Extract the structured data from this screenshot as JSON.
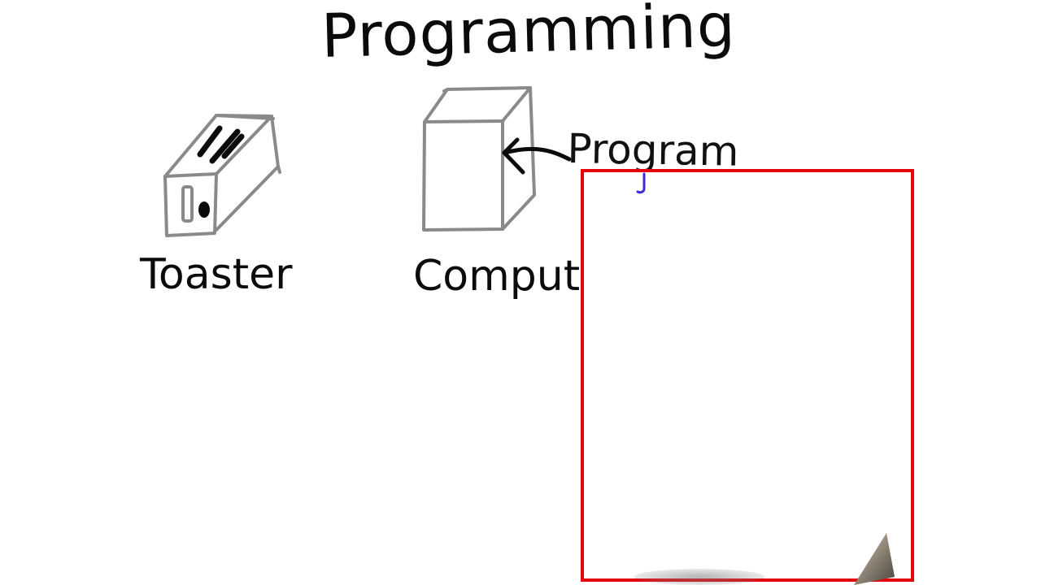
{
  "title": "Programming",
  "labels": {
    "toaster": "Toaster",
    "computer": "Computer",
    "program": "Program"
  },
  "icons": {
    "toaster": "toaster-icon",
    "computer": "computer-box-icon",
    "arrow": "arrow-left-icon",
    "pen": "pen-tip-icon"
  },
  "colors": {
    "ink": "#0b0b0b",
    "sketch_gray": "#8a8a8a",
    "answer_box_border": "#e4050c",
    "blue_ink": "#3a2bd6"
  }
}
